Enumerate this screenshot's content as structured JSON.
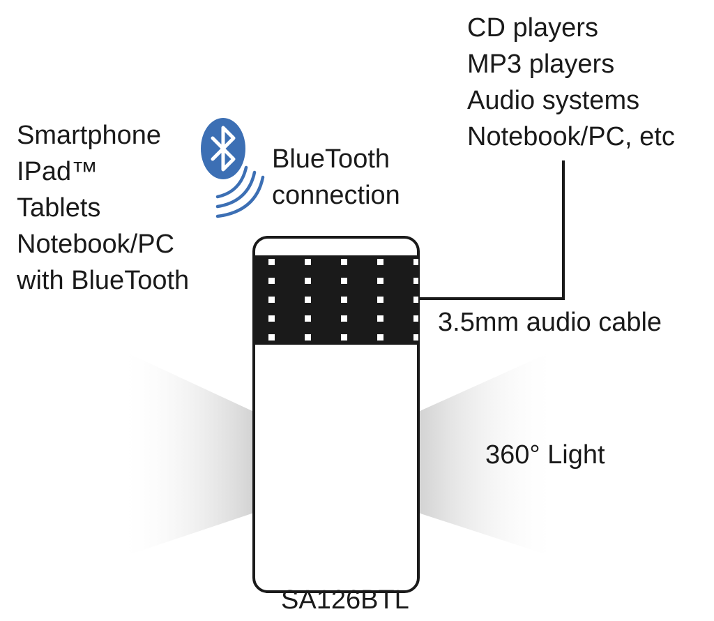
{
  "bt_devices": [
    "Smartphone",
    "IPad™",
    "Tablets",
    "Notebook/PC",
    "with BlueTooth"
  ],
  "bt_connection": [
    "BlueTooth",
    "connection"
  ],
  "cable_devices": [
    "CD players",
    "MP3 players",
    "Audio systems",
    "Notebook/PC, etc"
  ],
  "cable_label": "3.5mm audio cable",
  "light_label": "360° Light",
  "product_name": "SA126BTL",
  "colors": {
    "bluetooth_blue": "#3c6fb4",
    "outline": "#1a1a1a",
    "light_beam": "#d9d9d9"
  },
  "icons": [
    "bluetooth-icon",
    "signal-waves-icon"
  ]
}
